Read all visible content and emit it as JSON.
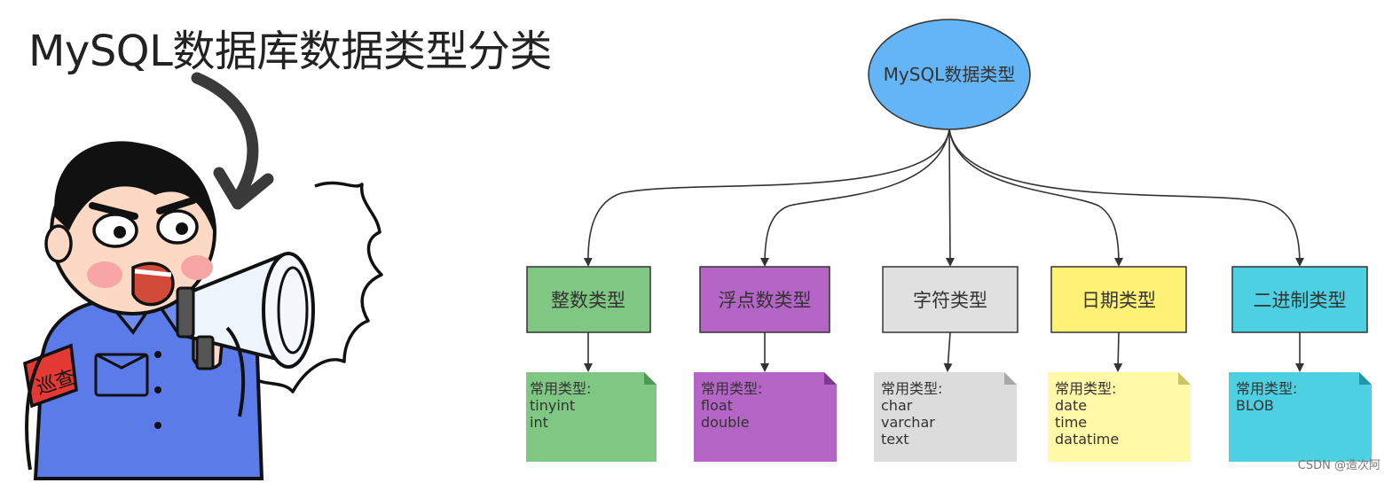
{
  "headline": "MySQL数据库数据类型分类",
  "armband": "巡查",
  "watermark": "CSDN @造次阿",
  "root": {
    "label": "MySQL数据类型",
    "color": "#64b5f6"
  },
  "categories": [
    {
      "label": "整数类型",
      "color": "#80c783",
      "note_color": "#80c783",
      "note_fold": "#4e9a52",
      "note_title": "常用类型:",
      "types": [
        "tinyint",
        "int"
      ]
    },
    {
      "label": "浮点数类型",
      "color": "#b565c6",
      "note_color": "#b565c6",
      "note_fold": "#7e3a8f",
      "note_title": "常用类型:",
      "types": [
        "float",
        "double"
      ]
    },
    {
      "label": "字符类型",
      "color": "#e0e0e0",
      "note_color": "#dcdcdc",
      "note_fold": "#a8a8a8",
      "note_title": "常用类型:",
      "types": [
        "char",
        "varchar",
        "text"
      ]
    },
    {
      "label": "日期类型",
      "color": "#fff176",
      "note_color": "#fff9a8",
      "note_fold": "#cfc463",
      "note_title": "常用类型:",
      "types": [
        "date",
        "time",
        "datatime"
      ]
    },
    {
      "label": "二进制类型",
      "color": "#4dd0e1",
      "note_color": "#4dd0e1",
      "note_fold": "#1f97a6",
      "note_title": "常用类型:",
      "types": [
        "BLOB"
      ]
    }
  ]
}
